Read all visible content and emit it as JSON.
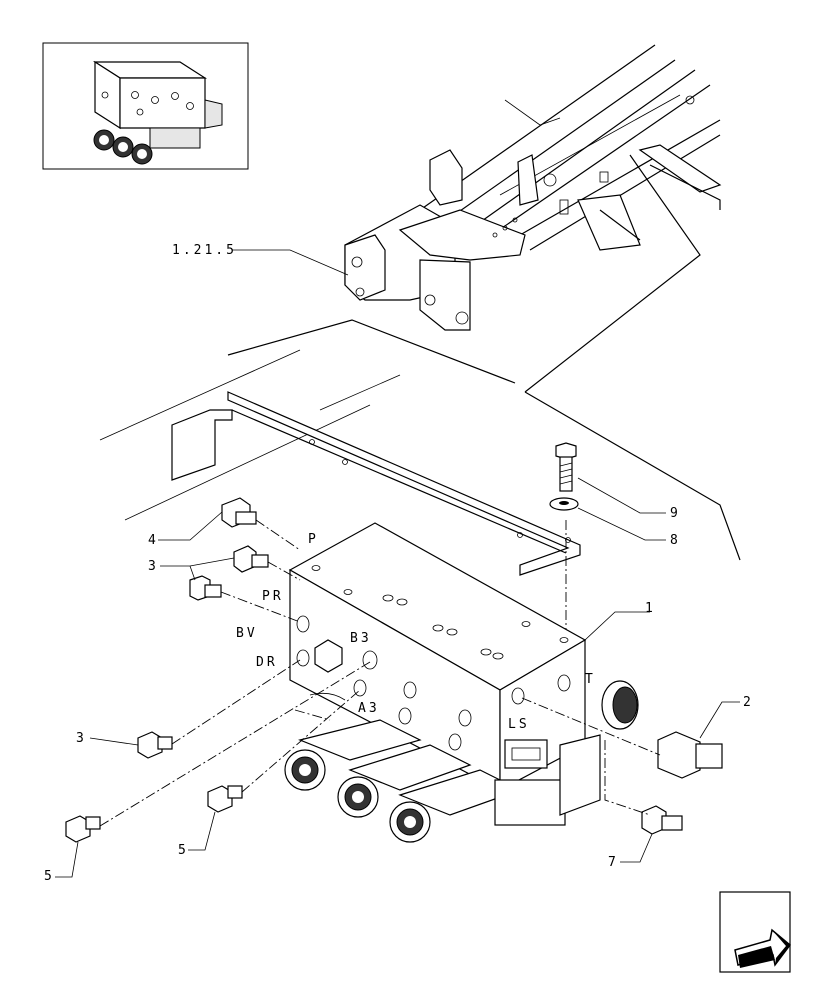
{
  "callouts": {
    "frame_ref": "1.21.5",
    "item_1": "1",
    "item_2": "2",
    "item_3a": "3",
    "item_3b": "3",
    "item_4": "4",
    "item_5a": "5",
    "item_5b": "5",
    "item_7": "7",
    "item_8": "8",
    "item_9": "9"
  },
  "port_labels": {
    "p": "P",
    "pr": "PR",
    "bv": "BV",
    "b3": "B3",
    "dr": "DR",
    "a3": "A3",
    "ls": "LS",
    "t": "T"
  }
}
